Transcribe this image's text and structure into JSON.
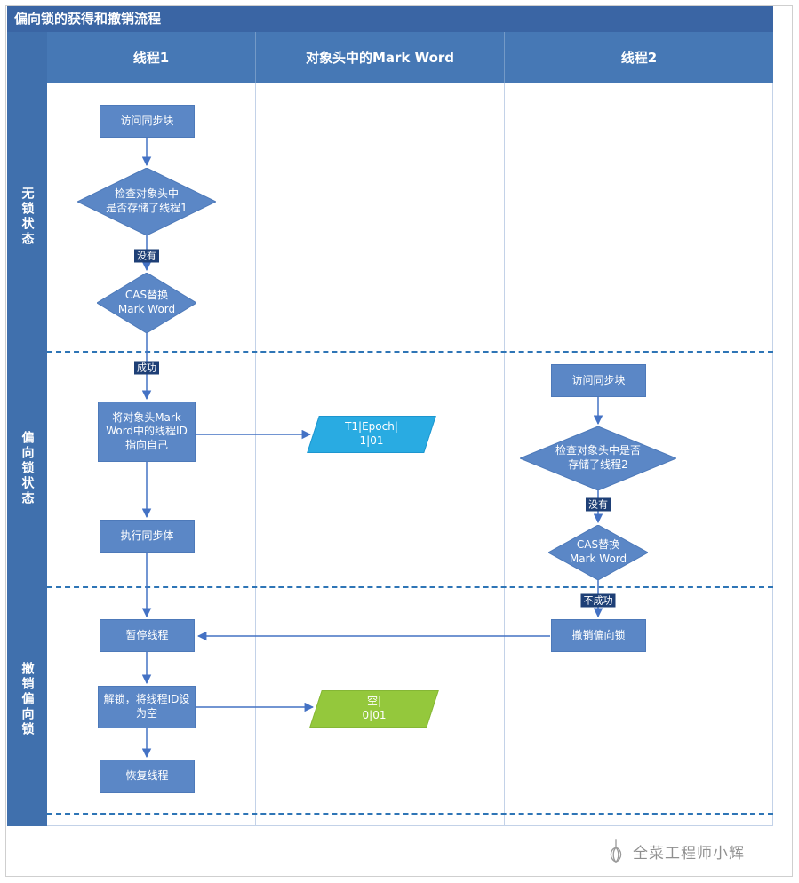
{
  "title": "偏向锁的获得和撤销流程",
  "columns": [
    "线程1",
    "对象头中的Mark Word",
    "线程2"
  ],
  "lanes": [
    "无锁状态",
    "偏向锁状态",
    "撤销偏向锁"
  ],
  "thread1": {
    "access": "访问同步块",
    "check": "检查对象头中\n是否存储了线程1",
    "no_label": "没有",
    "cas": "CAS替换\nMark Word",
    "success_label": "成功",
    "set_id": "将对象头Mark\nWord中的线程ID\n指向自己",
    "exec": "执行同步体",
    "pause": "暂停线程",
    "unlock": "解锁，将线程ID设\n为空",
    "resume": "恢复线程"
  },
  "thread2": {
    "access": "访问同步块",
    "check": "检查对象头中是否\n存储了线程2",
    "no_label": "没有",
    "cas": "CAS替换\nMark Word",
    "fail_label": "不成功",
    "revoke": "撤销偏向锁"
  },
  "markword": {
    "biased": "T1|Epoch|\n1|01",
    "empty": "空|\n0|01"
  },
  "watermark": {
    "text": "全菜工程师小辉"
  },
  "colors": {
    "titlebar": "#3a65a4",
    "header": "#4678b5",
    "leftbar": "#4070ad",
    "node": "#5b87c6",
    "node_border": "#4d79b9",
    "arrow": "#4472c4",
    "dashed_line": "#2e75b6",
    "chip": "#1e3f76",
    "parallelogram_cyan": "#29abe2",
    "parallelogram_green": "#94c83c",
    "grid_line": "#c3d2e8"
  }
}
